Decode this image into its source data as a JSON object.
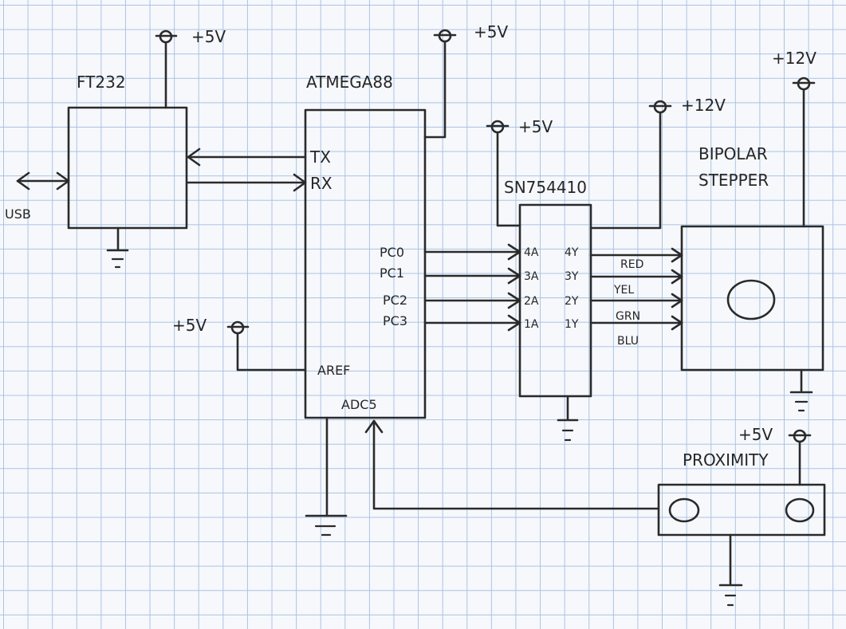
{
  "supply": {
    "v5": "+5V",
    "v12": "+12V"
  },
  "ft232": {
    "name": "FT232",
    "usb": "USB"
  },
  "mcu": {
    "name": "ATMEGA88",
    "tx": "TX",
    "rx": "RX",
    "pc0": "PC0",
    "pc1": "PC1",
    "pc2": "PC2",
    "pc3": "PC3",
    "aref": "AREF",
    "adc": "ADC5"
  },
  "driver": {
    "name": "SN754410",
    "a4": "4A",
    "a3": "3A",
    "a2": "2A",
    "a1": "1A",
    "y4": "4Y",
    "y3": "3Y",
    "y2": "2Y",
    "y1": "1Y"
  },
  "wires": {
    "red": "RED",
    "yel": "YEL",
    "grn": "GRN",
    "blu": "BLU"
  },
  "stepper": {
    "line1": "BIPOLAR",
    "line2": "STEPPER"
  },
  "proximity": {
    "name": "PROXIMITY"
  }
}
